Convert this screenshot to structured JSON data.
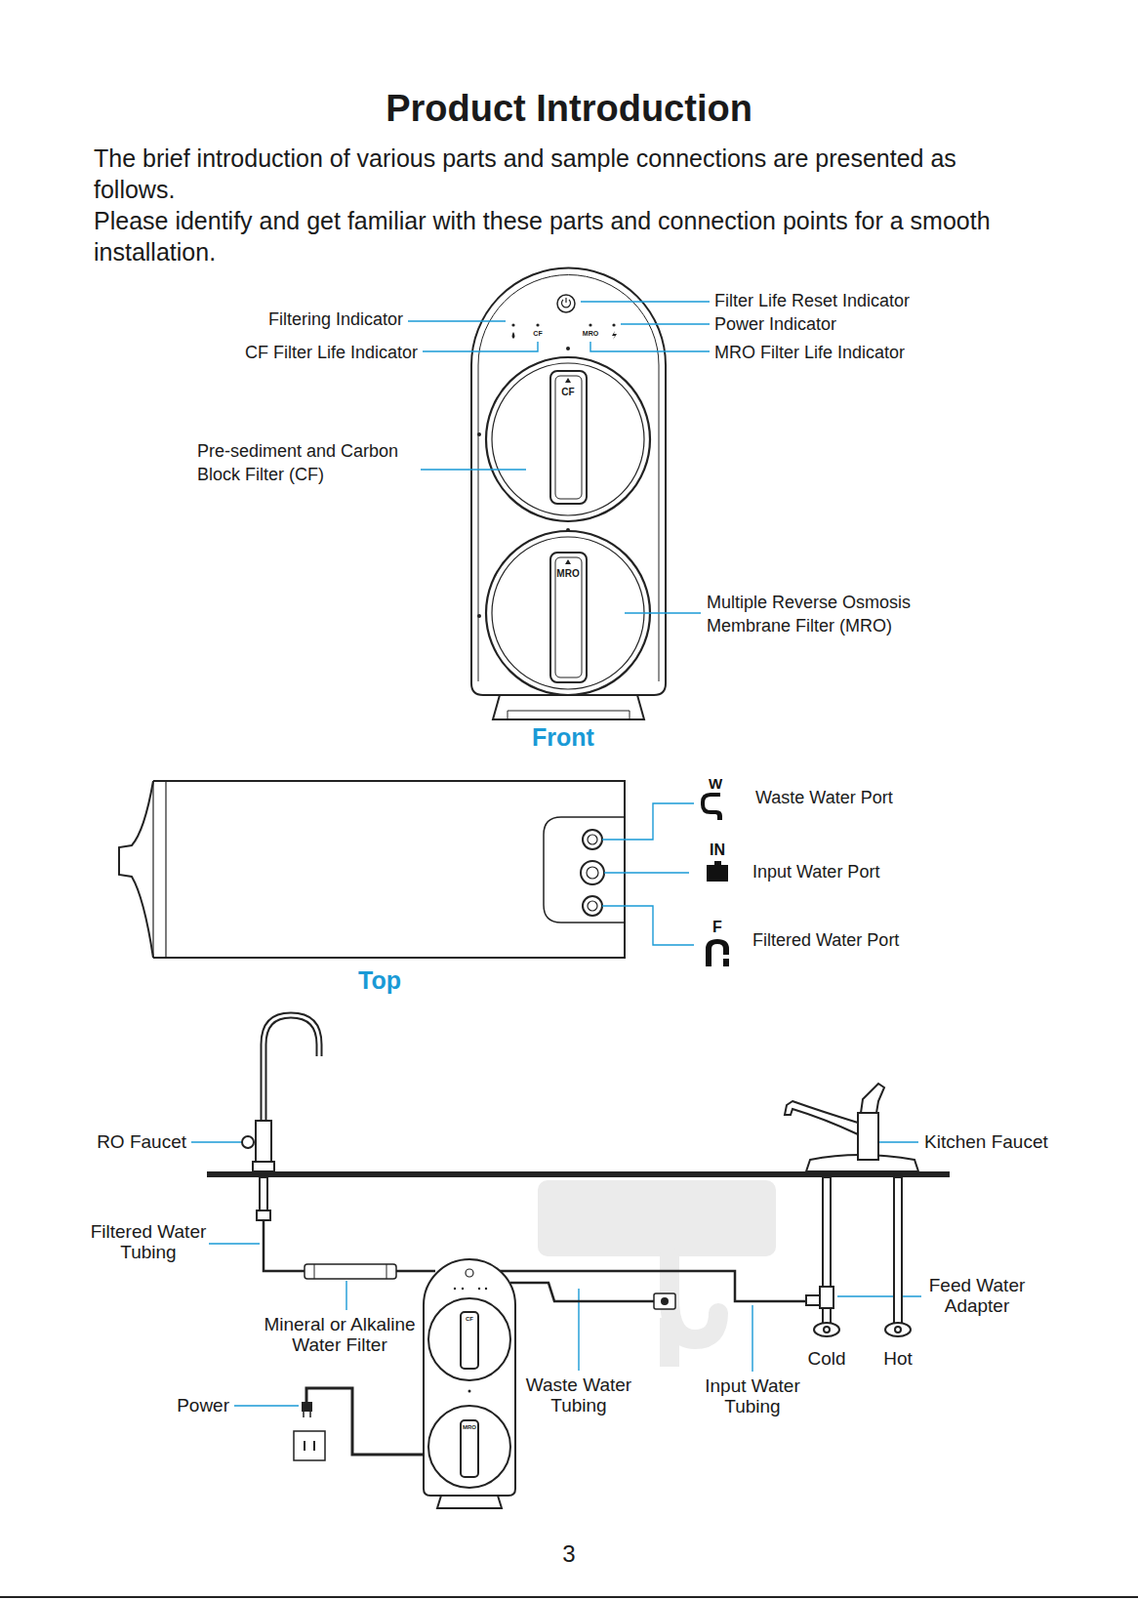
{
  "diagram": {
    "title": "Product Introduction",
    "labels": [
      "The brief introduction of various parts and sample connections are presented as follows.",
      "Please identify and get familiar with these parts and connection points for a smooth installation.",
      "Filtering Indicator",
      "CF Filter Life Indicator",
      "Filter Life Reset Indicator",
      "Power Indicator",
      "MRO Filter Life Indicator",
      "CF",
      "MRO",
      "CF",
      "Pre-sediment and Carbon Block Filter (CF)",
      "MRO",
      "Multiple Reverse Osmosis Membrane Filter (MRO)",
      "Front",
      "W",
      "Waste Water Port",
      "IN",
      "Input Water Port",
      "F",
      "Filtered Water Port",
      "Top",
      "RO Faucet",
      "Kitchen Faucet",
      "Filtered Water Tubing",
      "Feed Water Adapter",
      "Mineral or Alkaline Water Filter",
      "CF",
      "MRO",
      "Cold",
      "Hot",
      "Waste Water Tubing",
      "Input Water Tubing",
      "Power",
      "3"
    ]
  }
}
